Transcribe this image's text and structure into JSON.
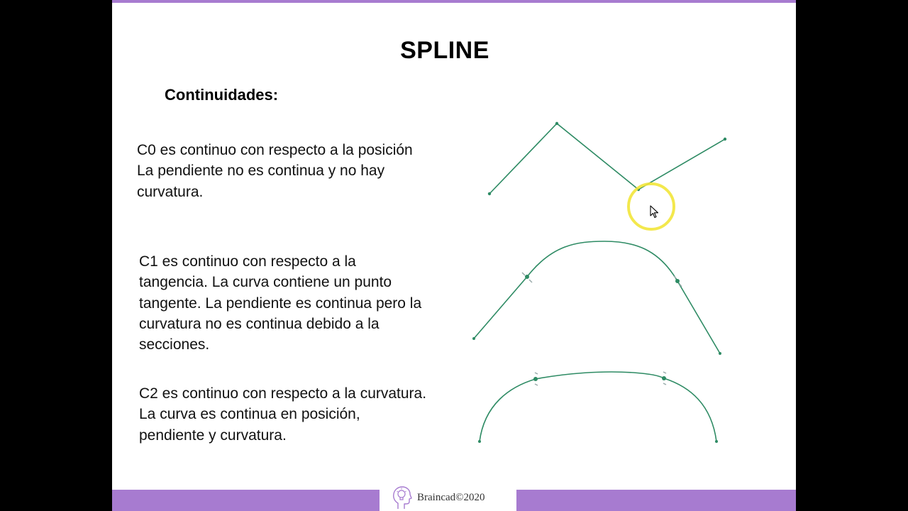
{
  "slide": {
    "title": "SPLINE",
    "subtitle": "Continuidades:",
    "sections": {
      "c0": {
        "lines": [
          "C0 es continuo con respecto a la posición",
          "La pendiente no es continua y no hay",
          "curvatura."
        ]
      },
      "c1": {
        "lines": [
          "C1 es continuo con respecto a la",
          "tangencia. La curva contiene un punto",
          "tangente. La pendiente es continua pero la",
          "curvatura no es continua debido a la",
          "secciones."
        ]
      },
      "c2": {
        "lines": [
          "C2 es continuo con respecto a la curvatura.",
          "La curva es continua en posición,",
          "pendiente y curvatura."
        ]
      }
    }
  },
  "footer": {
    "brand": "Braincad©2020",
    "logo_icon": "lightbulb-head-icon"
  },
  "colors": {
    "accent_purple": "#a77bd0",
    "curve_green": "#2e8b64",
    "highlight_yellow": "#f2e53a"
  }
}
